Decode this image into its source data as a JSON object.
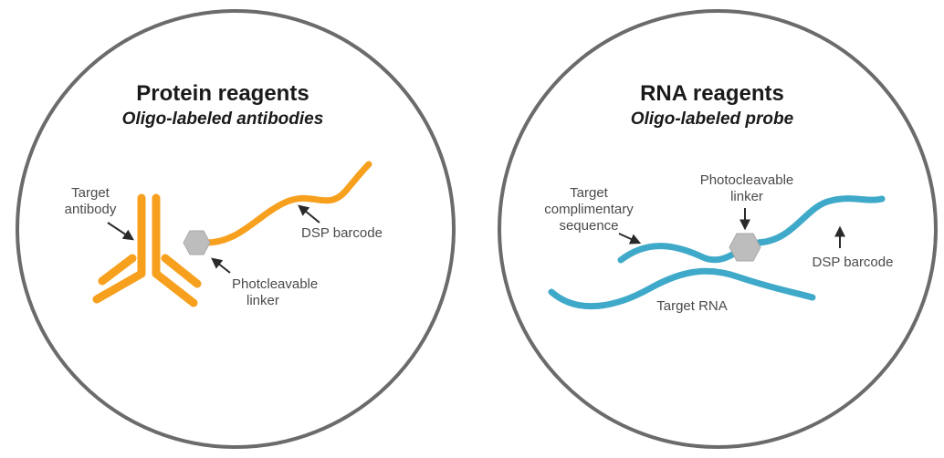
{
  "colors": {
    "circle_border": "#6b6b6b",
    "protein_accent": "#F7A01E",
    "rna_accent": "#3FA9C9",
    "linker": "#BDBDBD"
  },
  "protein_panel": {
    "title": "Protein reagents",
    "subtitle": "Oligo-labeled antibodies",
    "labels": {
      "target_antibody_line1": "Target",
      "target_antibody_line2": "antibody",
      "dsp_barcode": "DSP barcode",
      "linker_line1": "Photcleavable",
      "linker_line2": "linker"
    }
  },
  "rna_panel": {
    "title": "RNA reagents",
    "subtitle": "Oligo-labeled probe",
    "labels": {
      "target_seq_line1": "Target",
      "target_seq_line2": "complimentary",
      "target_seq_line3": "sequence",
      "linker_line1": "Photocleavable",
      "linker_line2": "linker",
      "dsp_barcode": "DSP barcode",
      "target_rna": "Target RNA"
    }
  }
}
